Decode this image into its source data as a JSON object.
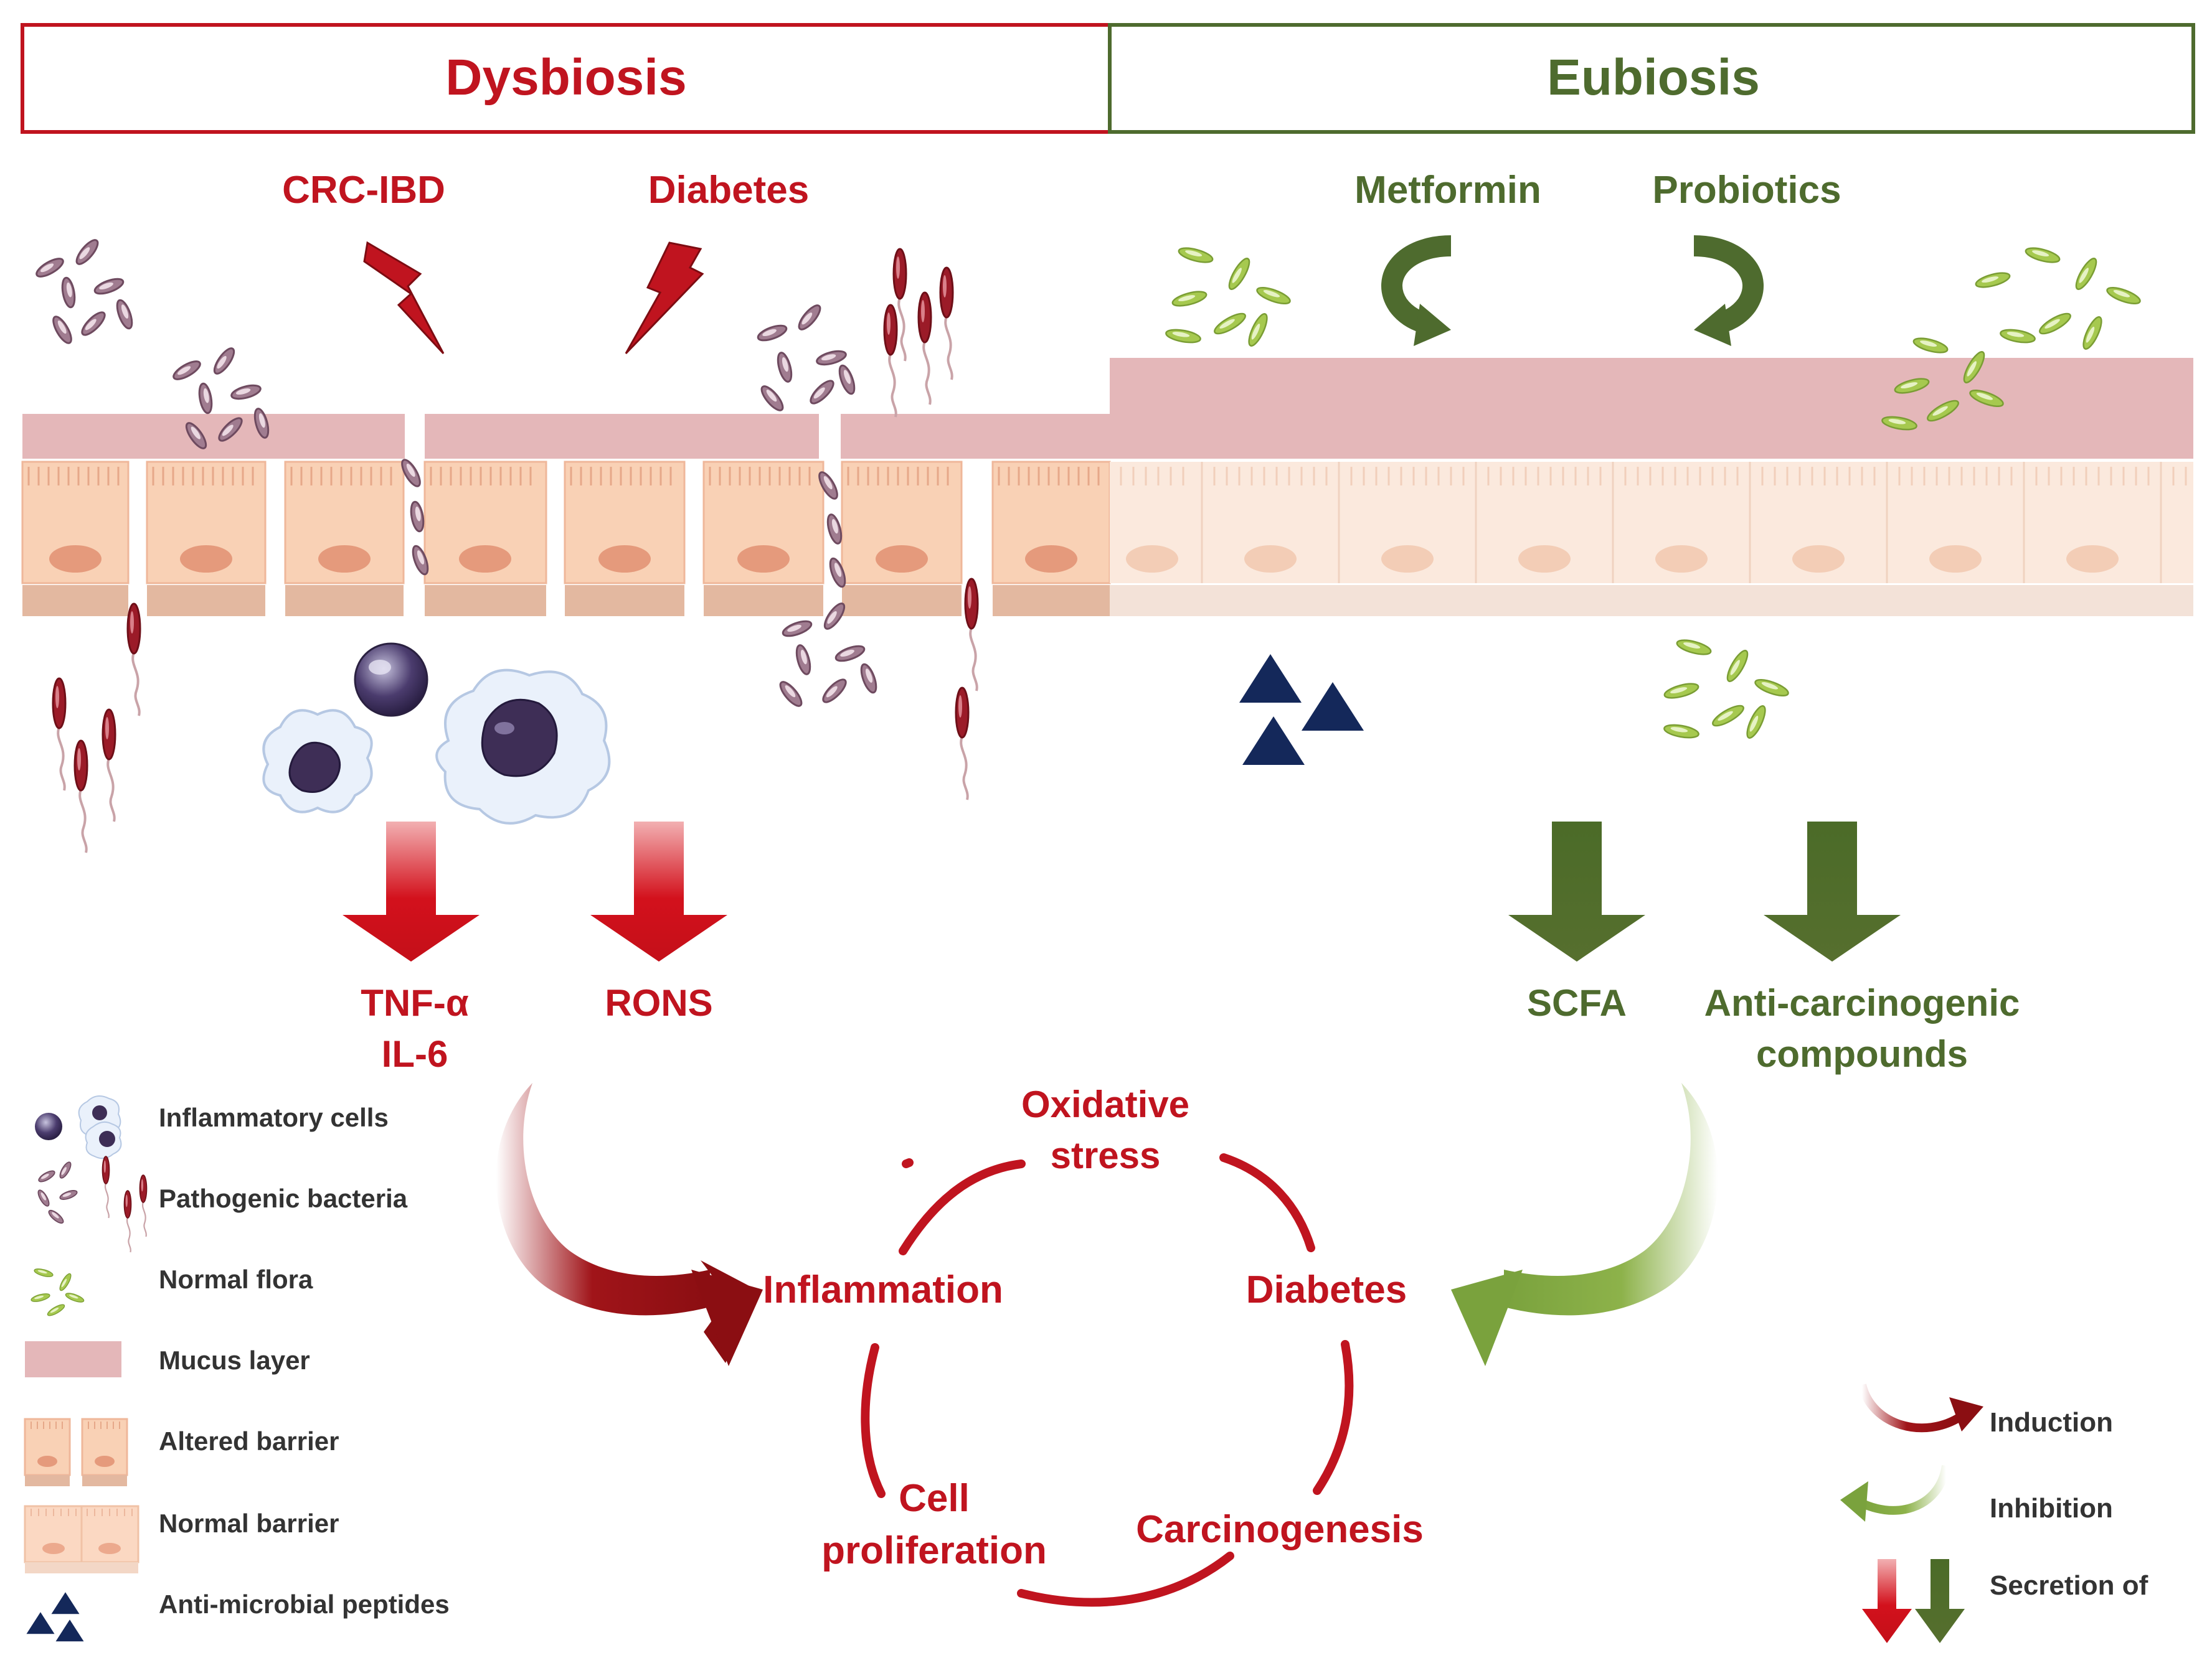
{
  "headers": {
    "dysbiosis": "Dysbiosis",
    "eubiosis": "Eubiosis"
  },
  "triggers": {
    "crc_ibd": "CRC-IBD",
    "diabetes": "Diabetes",
    "metformin": "Metformin",
    "probiotics": "Probiotics"
  },
  "secretions": {
    "tnf": "TNF-α",
    "il6": "IL-6",
    "rons": "RONS",
    "scfa": "SCFA",
    "anti_line1": "Anti-carcinogenic",
    "anti_line2": "compounds"
  },
  "cycle": {
    "oxidative_line1": "Oxidative",
    "oxidative_line2": "stress",
    "inflammation": "Inflammation",
    "diabetes": "Diabetes",
    "carcinogenesis": "Carcinogenesis",
    "cell_line1": "Cell",
    "cell_line2": "proliferation"
  },
  "legend": {
    "inflammatory_cells": "Inflammatory cells",
    "pathogenic_bacteria": "Pathogenic bacteria",
    "normal_flora": "Normal flora",
    "mucus_layer": "Mucus layer",
    "altered_barrier": "Altered barrier",
    "normal_barrier": "Normal barrier",
    "antimicrobial_peptides": "Anti-microbial peptides"
  },
  "key": {
    "induction": "Induction",
    "inhibition": "Inhibition",
    "secretion_of": "Secretion of"
  },
  "colors": {
    "red": "#c0141f",
    "dark_red": "#8b0e12",
    "green": "#4e6b2e",
    "light_green": "#9cc050",
    "navy": "#14285a",
    "mucus": "#e4b7b9",
    "cell": "#f9d1b5",
    "cell_pale": "#fbe9dd",
    "pathogen_purple": "#9b7187",
    "pathogen_red": "#9b1b28"
  },
  "icons": {
    "lightning": "lightning-bolt-icon",
    "curved_arrow": "curved-arrow-icon",
    "down_arrow": "down-arrow-icon",
    "bacterium": "bacterium-icon",
    "immune_cell": "immune-cell-icon",
    "peptide": "triangle-icon"
  }
}
